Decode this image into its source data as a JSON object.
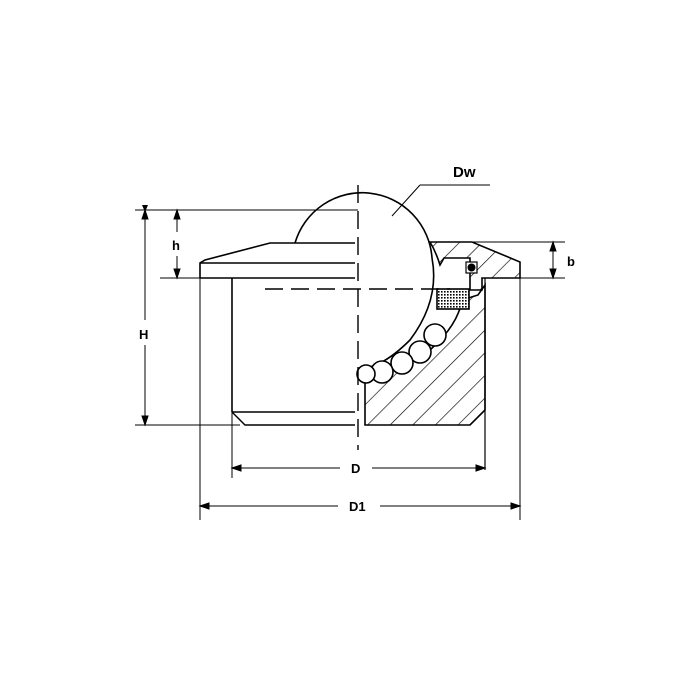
{
  "drawing": {
    "subject": "Ball transfer unit cross-section",
    "line_color": "#000000",
    "background": "#ffffff",
    "labels": {
      "ball_diameter": "Dw",
      "protrusion_height": "h",
      "total_height": "H",
      "flange_thickness": "b",
      "body_diameter": "D",
      "flange_diameter": "D1"
    }
  }
}
